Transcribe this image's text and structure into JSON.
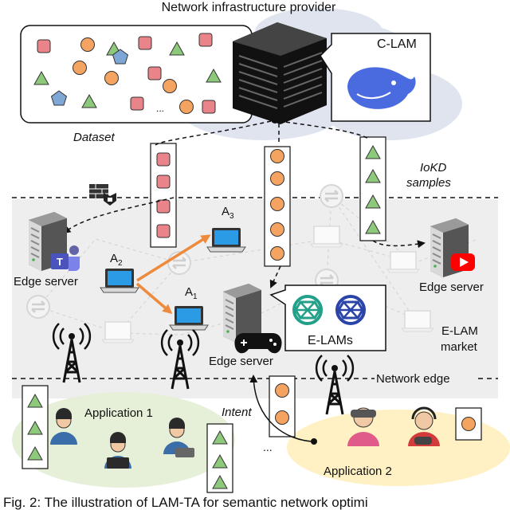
{
  "labels": {
    "provider": "Network infrastructure provider",
    "clam": "C-LAM",
    "dataset": "Dataset",
    "iokd": "IoKD",
    "samples": "samples",
    "ellipsis_top": "...",
    "edge_server_left": "Edge server",
    "edge_server_right": "Edge server",
    "edge_server_center": "Edge server",
    "a1": "A",
    "a1_sub": "1",
    "a2": "A",
    "a2_sub": "2",
    "a3": "A",
    "a3_sub": "3",
    "elams": "E-LAMs",
    "elam_market_1": "E-LAM",
    "elam_market_2": "market",
    "network_edge": "Network edge",
    "app1": "Application 1",
    "app2": "Application 2",
    "intent": "Intent",
    "ellipsis_bottom": "...",
    "caption": "Fig. 2: The illustration of LAM-TA for semantic network optimi"
  },
  "colors": {
    "red_square": "#e8848a",
    "orange_circle": "#f4a460",
    "green_triangle": "#8cc97a",
    "blue_pentagon": "#7fa7d6",
    "arrow_orange": "#ee8a3c",
    "cloud": "#dfe4ef",
    "edge_region": "#eeeeee",
    "app1_bg": "#e6f0d8",
    "app2_bg": "#fff1c4",
    "laptop_blue": "#2b9be6"
  },
  "icons": [
    "server-icon",
    "whale-icon",
    "firewall-icon",
    "teams-icon",
    "youtube-icon",
    "gamepad-icon",
    "openai-icon",
    "tower-icon",
    "laptop-icon",
    "router-icon",
    "user-icon"
  ]
}
